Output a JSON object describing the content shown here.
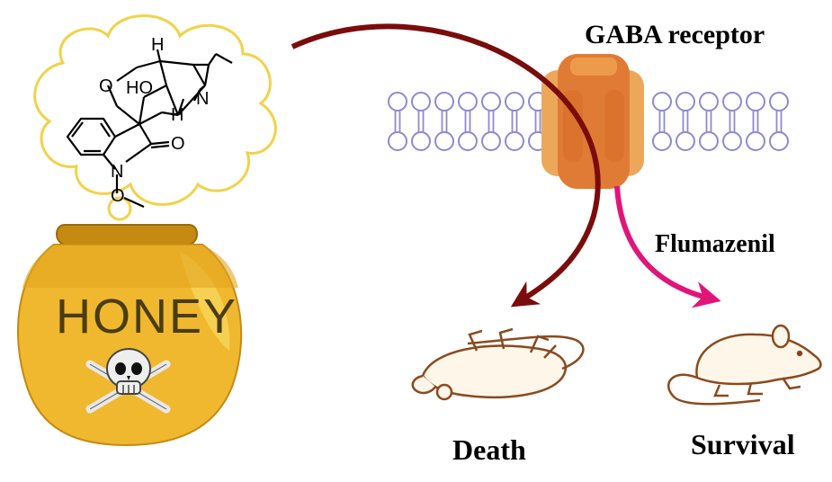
{
  "receptor_label": "GABA receptor",
  "antidote_label": "Flumazenil",
  "outcome_death": "Death",
  "outcome_survival": "Survival",
  "jar_label": "HONEY",
  "molecule_atoms": {
    "hydroxyl": "HO",
    "h_top": "H",
    "h_bottom": "H",
    "n_ring": "N",
    "n_lactam": "N",
    "o_ether": "O",
    "o_carbonyl": "O",
    "o_methoxy": "O"
  },
  "colors": {
    "honey_gold": "#f0b82e",
    "honey_dark": "#c48a12",
    "thought_outline": "#f2d24a",
    "membrane": "#8e89d0",
    "receptor": "#e07b35",
    "receptor_light": "#eda75a",
    "death_arrow": "#7a0c0c",
    "survival_arrow": "#e0157a",
    "rat_outline": "#8a4a1e"
  }
}
